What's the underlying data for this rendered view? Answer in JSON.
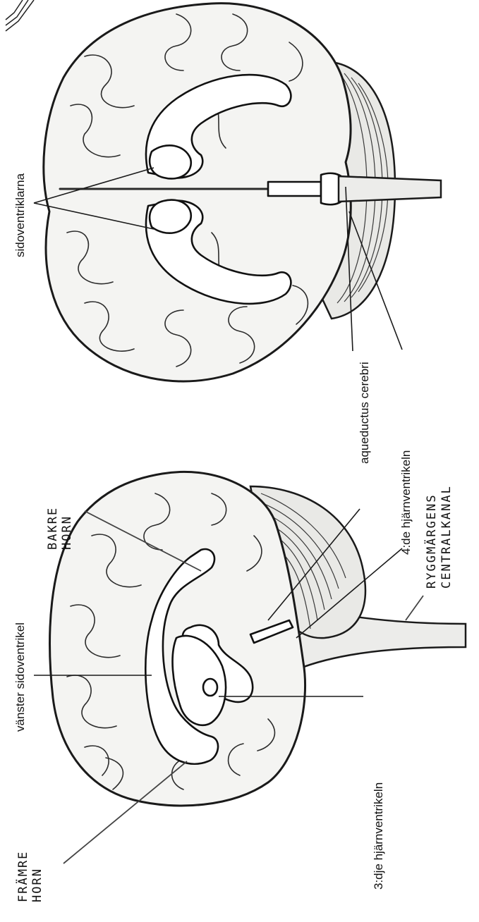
{
  "labels": {
    "sidoventriklarna": "sidoventriklarna",
    "aqueductus_cerebri": "aqueductus cerebri",
    "fjarde_hjarnventrikeln": "4:de hjärnventrikeln",
    "vanster_sidoventrikel": "vänster sidoventrikel",
    "tredje_hjarnventrikeln": "3:dje hjärnventrikeln"
  },
  "handwritten": {
    "bakre_horn_line1": "BAKRE",
    "bakre_horn_line2": "HORN",
    "framre_horn_line1": "FRÄMRE",
    "framre_horn_line2": "HORN",
    "ryggmargens_line1": "RYGGMÄRGENS",
    "ryggmargens_line2": "CENTRALKANAL"
  }
}
